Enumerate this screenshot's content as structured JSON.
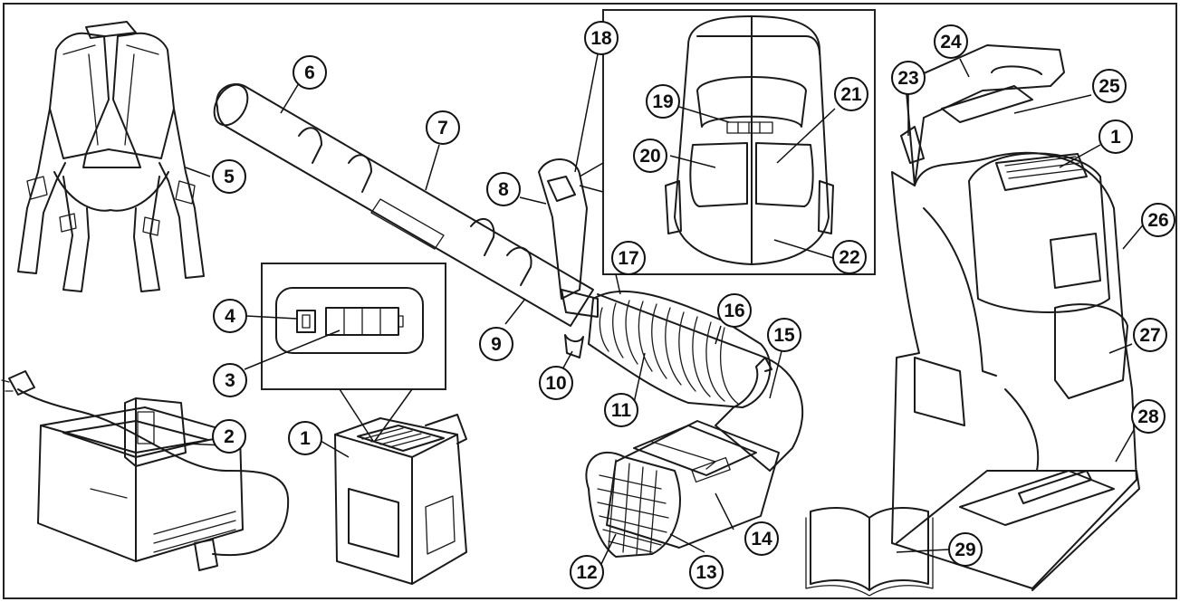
{
  "callouts": [
    {
      "id": "1a",
      "label": "1"
    },
    {
      "id": "2",
      "label": "2"
    },
    {
      "id": "3",
      "label": "3"
    },
    {
      "id": "4",
      "label": "4"
    },
    {
      "id": "5",
      "label": "5"
    },
    {
      "id": "6",
      "label": "6"
    },
    {
      "id": "7",
      "label": "7"
    },
    {
      "id": "8",
      "label": "8"
    },
    {
      "id": "9",
      "label": "9"
    },
    {
      "id": "10",
      "label": "10"
    },
    {
      "id": "11",
      "label": "11"
    },
    {
      "id": "12",
      "label": "12"
    },
    {
      "id": "13",
      "label": "13"
    },
    {
      "id": "14",
      "label": "14"
    },
    {
      "id": "15",
      "label": "15"
    },
    {
      "id": "16",
      "label": "16"
    },
    {
      "id": "17",
      "label": "17"
    },
    {
      "id": "18",
      "label": "18"
    },
    {
      "id": "19",
      "label": "19"
    },
    {
      "id": "20",
      "label": "20"
    },
    {
      "id": "21",
      "label": "21"
    },
    {
      "id": "22",
      "label": "22"
    },
    {
      "id": "23",
      "label": "23"
    },
    {
      "id": "24",
      "label": "24"
    },
    {
      "id": "25",
      "label": "25"
    },
    {
      "id": "1b",
      "label": "1"
    },
    {
      "id": "26",
      "label": "26"
    },
    {
      "id": "27",
      "label": "27"
    },
    {
      "id": "28",
      "label": "28"
    },
    {
      "id": "29",
      "label": "29"
    }
  ]
}
